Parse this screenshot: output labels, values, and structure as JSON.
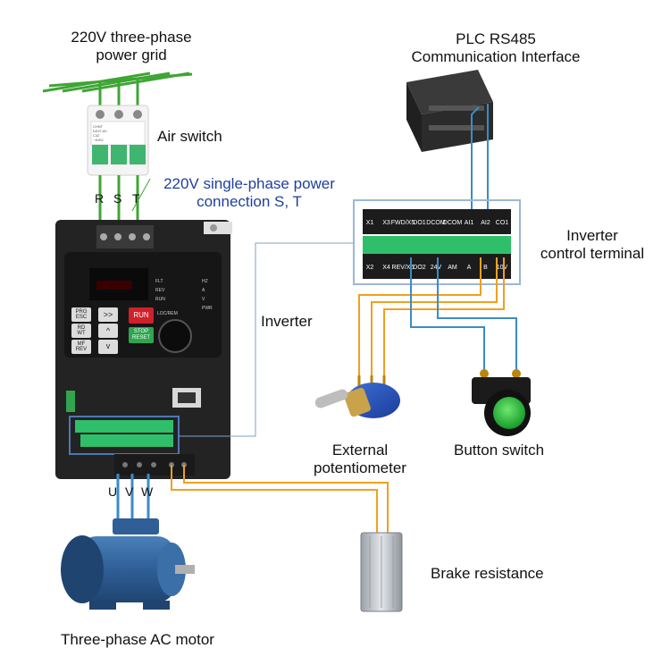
{
  "labels": {
    "power_grid": "220V three-phase\npower grid",
    "air_switch": "Air switch",
    "rst": {
      "r": "R",
      "s": "S",
      "t": "T"
    },
    "single_phase": "220V single-phase power\nconnection S, T",
    "plc": "PLC RS485\nCommunication Interface",
    "control_terminal": "Inverter\ncontrol terminal",
    "inverter": "Inverter",
    "potentiometer": "External\npotentiometer",
    "button_switch": "Button switch",
    "uvw": {
      "u": "U",
      "v": "V",
      "w": "W"
    },
    "brake": "Brake resistance",
    "motor": "Three-phase AC motor"
  },
  "terminals": {
    "top": [
      "X1",
      "X3",
      "FWD/X5",
      "DO1",
      "DCOM",
      "DCOM",
      "AI1",
      "AI2",
      "CO1"
    ],
    "bottom": [
      "X2",
      "X4",
      "REV/X6",
      "DO2",
      "24V",
      "AM",
      "A",
      "B",
      "10V"
    ]
  },
  "keypad": {
    "prg_esc": "PRG\nESC",
    "shift": ">>",
    "run": "RUN",
    "rd_wt": "RD\nWT",
    "up": "^",
    "stop_reset": "STOP\nRESET",
    "mf_rev": "MF\nREV",
    "down": "v",
    "status_left": [
      "FLT",
      "REV",
      "RUN"
    ],
    "status_right": [
      "HZ",
      "A",
      "V",
      "PWR"
    ],
    "loc_rem": "LOC/REM"
  },
  "breaker_text": [
    "CHNT",
    "DZ47-60",
    "C32",
    "~400V"
  ],
  "colors": {
    "wire_green": "#3fa535",
    "wire_orange": "#f0a020",
    "wire_blue": "#3a8cc8",
    "label_blue": "#1f3f9e",
    "inverter_body": "#232323",
    "terminal_green": "#2fbf6a",
    "run_red": "#d0202a"
  }
}
